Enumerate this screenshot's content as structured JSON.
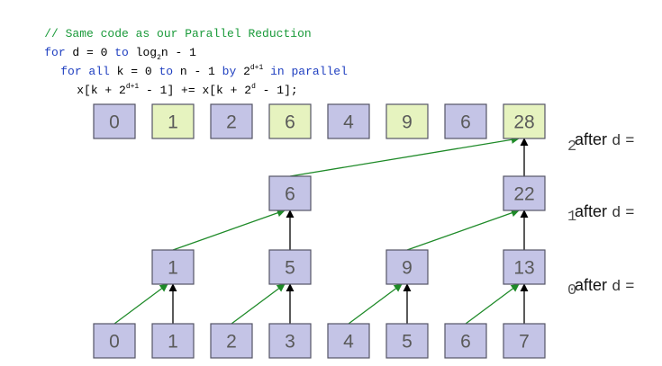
{
  "code": {
    "line1": {
      "comment": "// Same code as our Parallel Reduction"
    },
    "line2": {
      "kw1": "for",
      "var": " d = 0 ",
      "kw2": "to",
      "mid": " log",
      "sub": "2",
      "rest": "n - 1"
    },
    "line3": {
      "kw1": "for all",
      "var": " k = 0 ",
      "kw2": "to",
      "mid": " n - 1 ",
      "kw3": "by",
      "base": " 2",
      "sup": "d+1",
      "kw4": " in parallel"
    },
    "line4": {
      "p1": "x[k + 2",
      "sup1": "d+1",
      "p2": " - 1] += x[k + 2",
      "sup2": "d",
      "p3": " - 1];"
    }
  },
  "colors": {
    "cell_blue": "#c4c4e6",
    "cell_green": "#e6f3bf",
    "arrow_green": "#1e8a28",
    "arrow_black": "#000000"
  },
  "rows": {
    "after_d2": [
      "0",
      "1",
      "2",
      "6",
      "4",
      "9",
      "6",
      "28"
    ],
    "after_d1": [
      "6",
      "22"
    ],
    "after_d0": [
      "1",
      "5",
      "9",
      "13"
    ],
    "input": [
      "0",
      "1",
      "2",
      "3",
      "4",
      "5",
      "6",
      "7"
    ]
  },
  "labels": {
    "after_d2": {
      "word": "after",
      "var": "d",
      "eq": "=",
      "val": "2"
    },
    "after_d1": {
      "word": "after",
      "var": "d",
      "eq": "=",
      "val": "1"
    },
    "after_d0": {
      "word": "after",
      "var": "d",
      "eq": "=",
      "val": "0"
    }
  }
}
